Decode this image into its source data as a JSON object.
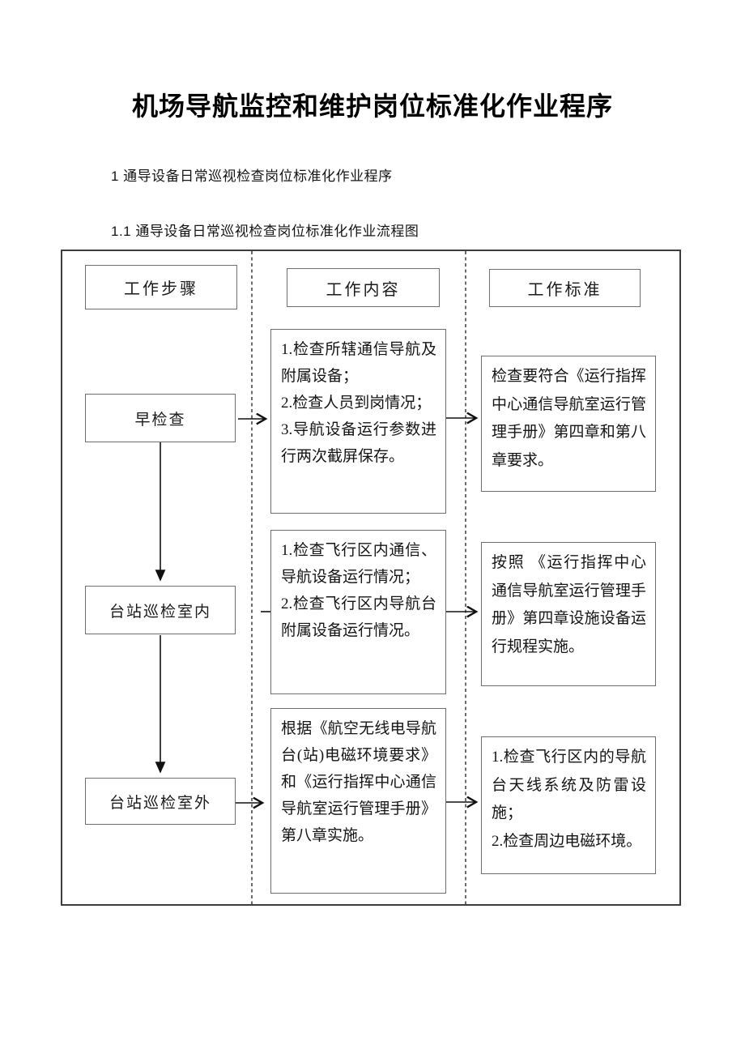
{
  "document": {
    "title": "机场导航监控和维护岗位标准化作业程序",
    "section_heading": "1 通导设备日常巡视检查岗位标准化作业程序",
    "subsection_heading": "1.1 通导设备日常巡视检查岗位标准化作业流程图"
  },
  "flowchart": {
    "column_headers": [
      "工作步骤",
      "工作内容",
      "工作标准"
    ],
    "steps": [
      "早检查",
      "台站巡检室内",
      "台站巡检室外"
    ],
    "contents": [
      {
        "items": [
          "1.检查所辖通信导航及附属设备；",
          "2.检查人员到岗情况；",
          "3.导航设备运行参数进行两次截屏保存。"
        ]
      },
      {
        "items": [
          "1.检查飞行区内通信、导航设备运行情况；",
          "2.检查飞行区内导航台附属设备运行情况。"
        ]
      },
      {
        "items": [
          "根据《航空无线电导航台(站)电磁环境要求》和《运行指挥中心通信导航室运行管理手册》第八章实施。"
        ]
      }
    ],
    "standards": [
      {
        "items": [
          "检查要符合《运行指挥中心通信导航室运行管理手册》第四章和第八章要求。"
        ]
      },
      {
        "items": [
          "按照 《运行指挥中心通信导航室运行管理手册》第四章设施设备运行规程实施。"
        ]
      },
      {
        "items": [
          "1.检查飞行区内的导航台天线系统及防雷设施；",
          "2.检查周边电磁环境。"
        ]
      }
    ],
    "colors": {
      "outer_border": "#3d3d3d",
      "box_border": "#6f6f6f",
      "text": "#161616",
      "background": "#ffffff"
    }
  }
}
